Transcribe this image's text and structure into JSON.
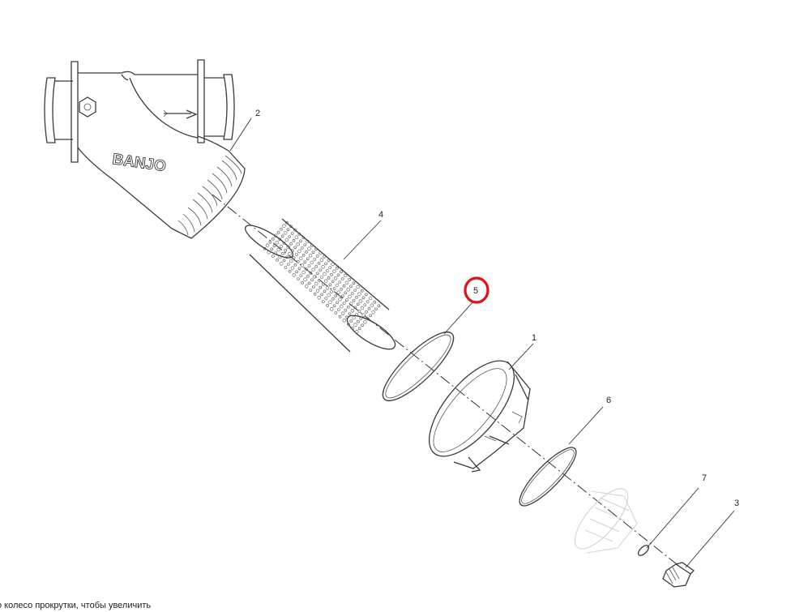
{
  "diagram": {
    "brand_text": "BANJO",
    "callouts": [
      {
        "id": "1",
        "label": "1"
      },
      {
        "id": "2",
        "label": "2"
      },
      {
        "id": "3",
        "label": "3"
      },
      {
        "id": "4",
        "label": "4"
      },
      {
        "id": "5",
        "label": "5",
        "highlighted": true
      },
      {
        "id": "6",
        "label": "6"
      },
      {
        "id": "7",
        "label": "7"
      }
    ],
    "highlight_color": "#e0101a"
  },
  "hint": {
    "text": "о колесо прокрутки, чтобы увеличить"
  }
}
